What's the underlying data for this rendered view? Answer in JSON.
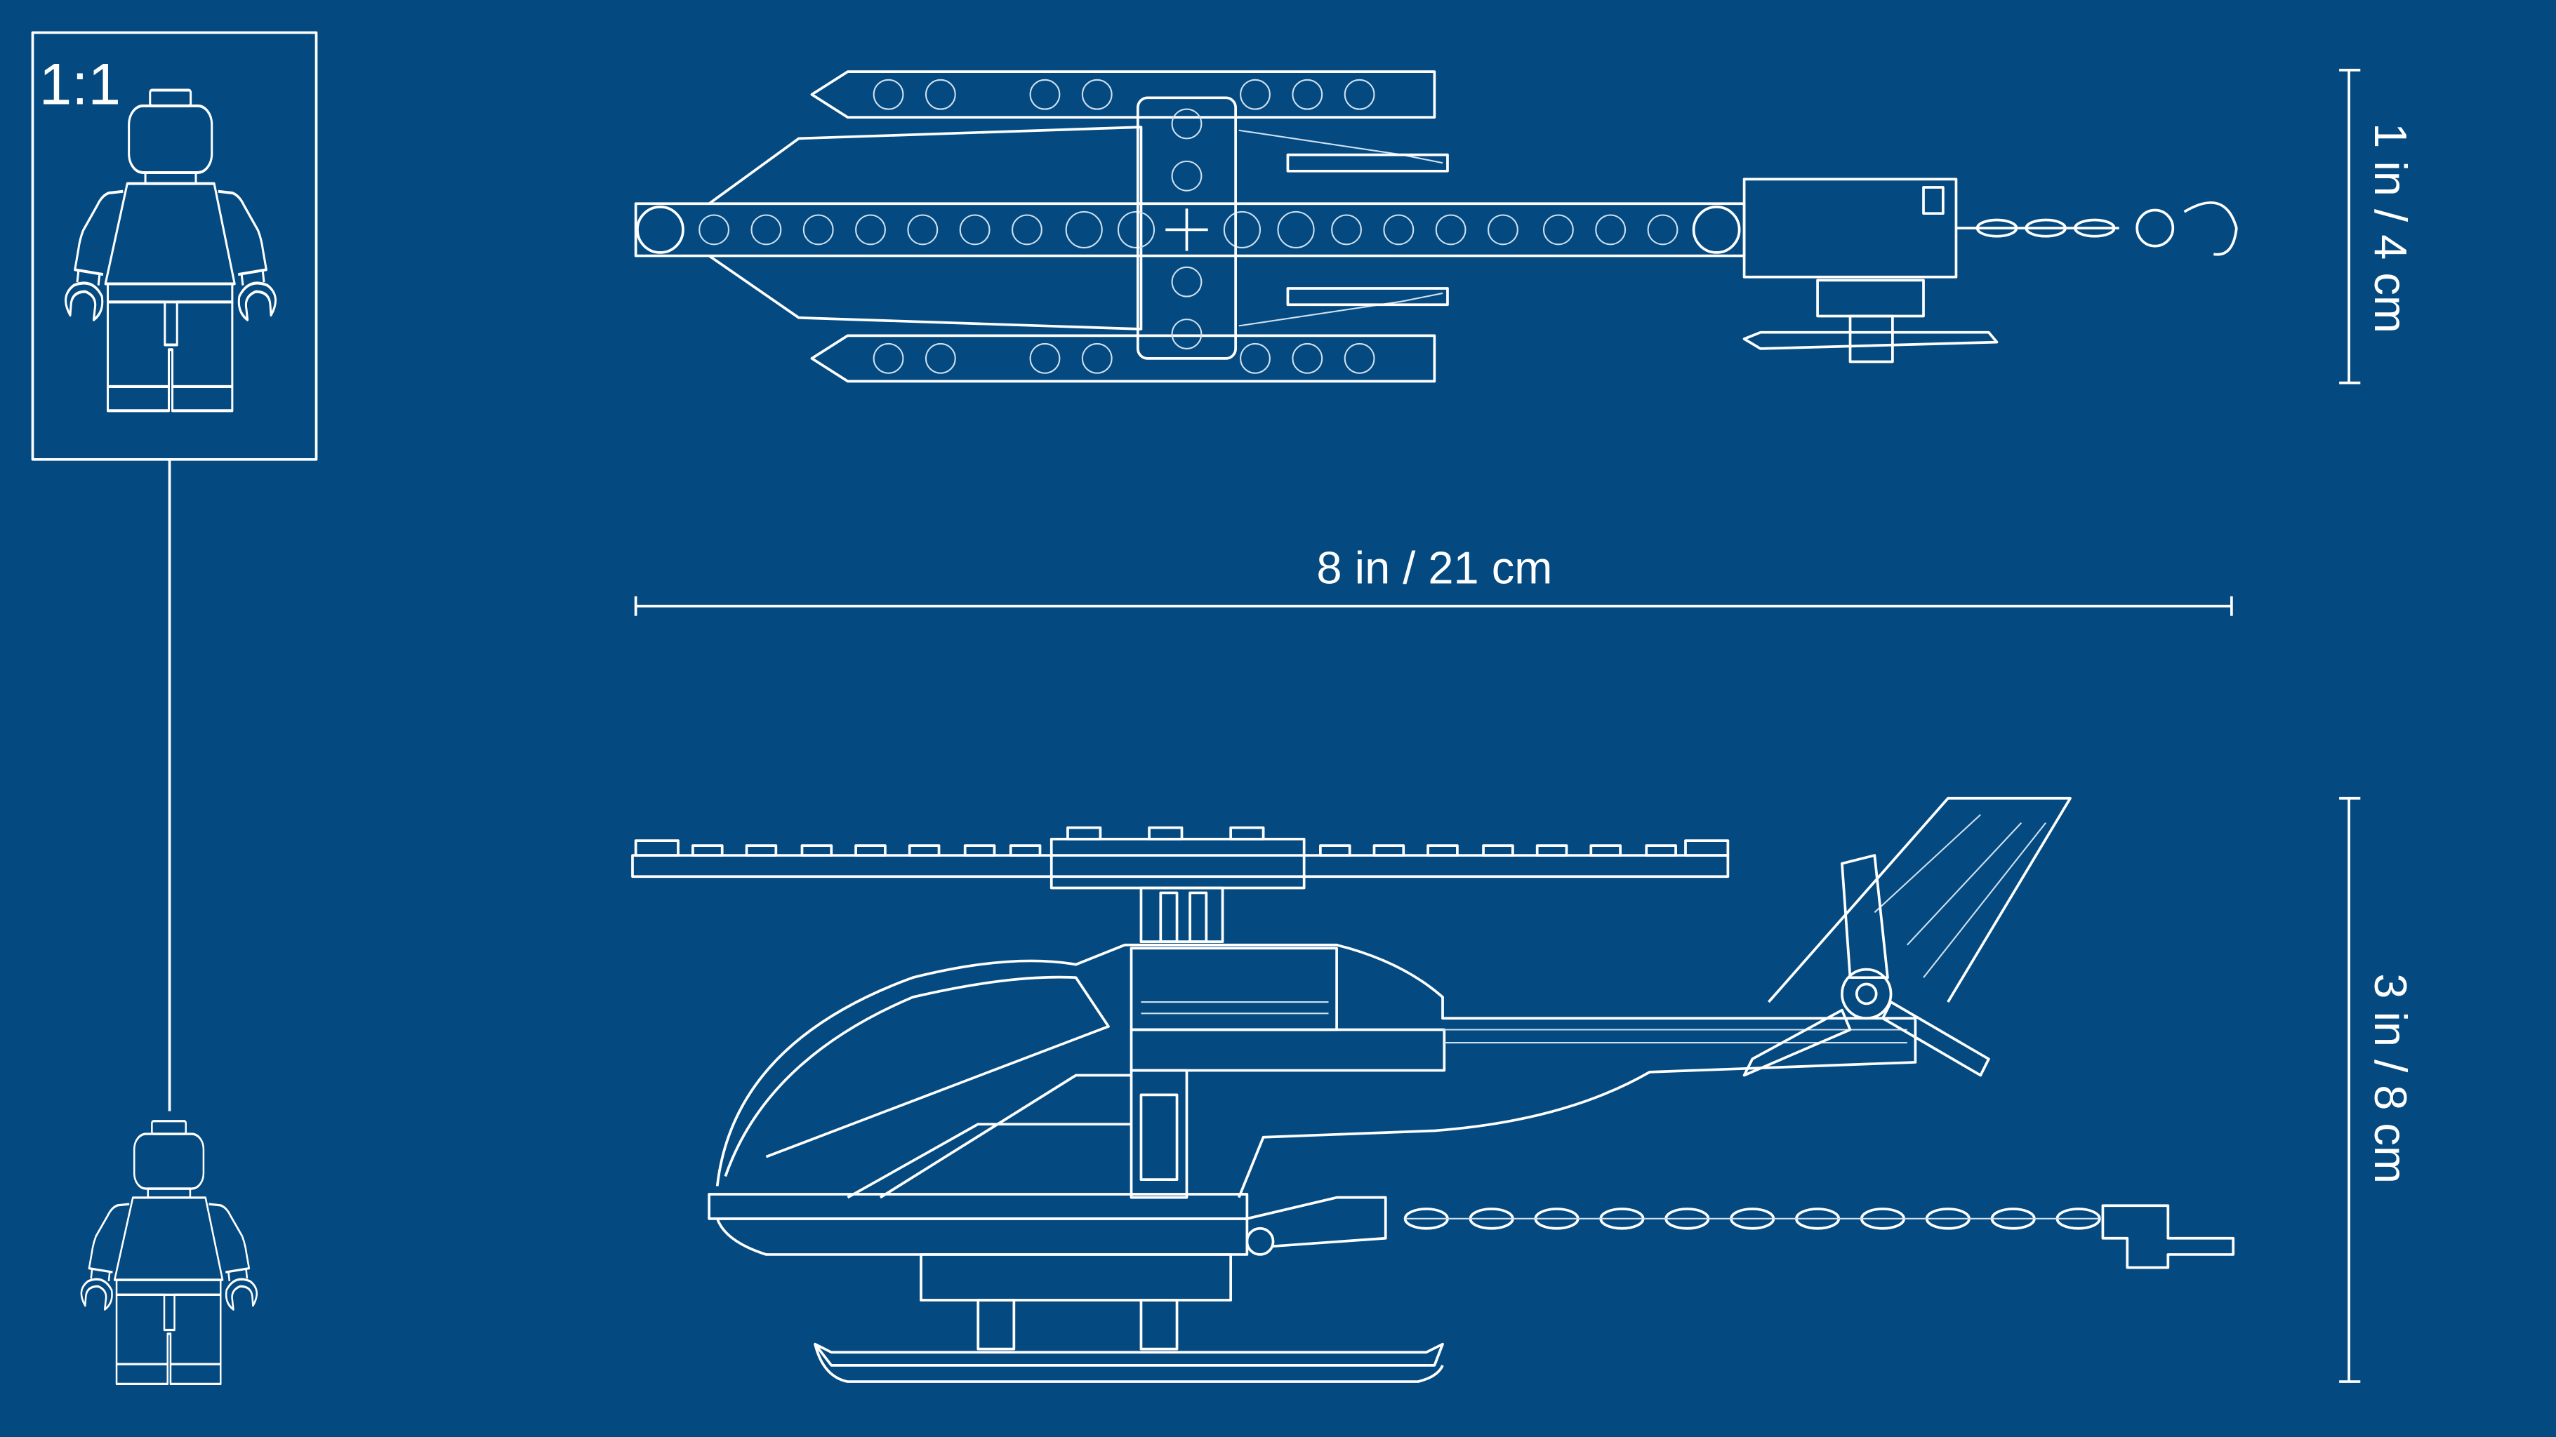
{
  "scale_label": "1:1",
  "dimensions": {
    "length": "8 in / 21 cm",
    "width": "1 in / 4 cm",
    "height": "3 in / 8 cm"
  },
  "colors": {
    "background": "#044a80",
    "line": "#ffffff"
  }
}
